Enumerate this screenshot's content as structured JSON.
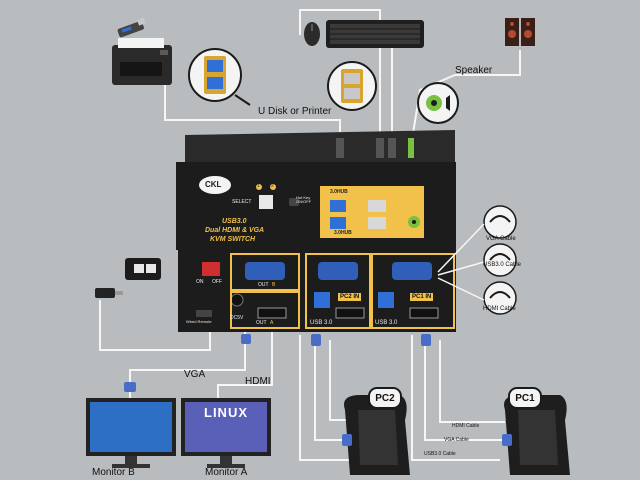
{
  "labels": {
    "u_disk_printer": "U Disk or Printer",
    "speaker": "Speaker",
    "vga": "VGA",
    "hdmi": "HDMI",
    "monitor_b": "Monitor B",
    "monitor_a": "Monitor A",
    "pc2": "PC2",
    "pc1": "PC1",
    "vga_cable": "VGA Cable",
    "usb_cable": "USB3.0 Cable",
    "hdmi_cable": "HDMI Cable",
    "hdmi_cable_small": "HDMI Cable",
    "vga_cable_small": "VGA Cable",
    "usb_cable_small": "USB3.0 Cable"
  },
  "device": {
    "brand": "CKL",
    "select": "SELECT",
    "hotkey": "Hot Key ON/OFF",
    "port1": "1",
    "port2": "2",
    "usb_line": "USB3.0",
    "dual_line": "Dual HDMI & VGA",
    "kvm_line": "KVM SWITCH",
    "hub_top": "3.0HUB",
    "hub_bottom": "3.0HUB",
    "on": "ON",
    "off": "OFF",
    "wired_remote": "Wired Remote",
    "dc5v": "DC5V",
    "out_b": "OUT",
    "out_a": "OUT",
    "letter_b": "B",
    "letter_a": "A",
    "pc2_in": "PC2 IN",
    "pc1_in": "PC1 IN",
    "usb30_left": "USB 3.0",
    "usb30_right": "USB 3.0",
    "linux": "LINUX"
  },
  "colors": {
    "background": "#b9bcbf",
    "accent_gold": "#f2c14a",
    "device_black": "#1c1c1c",
    "cable_white": "#f4f4f4",
    "usb_blue": "#2f6fd6"
  }
}
